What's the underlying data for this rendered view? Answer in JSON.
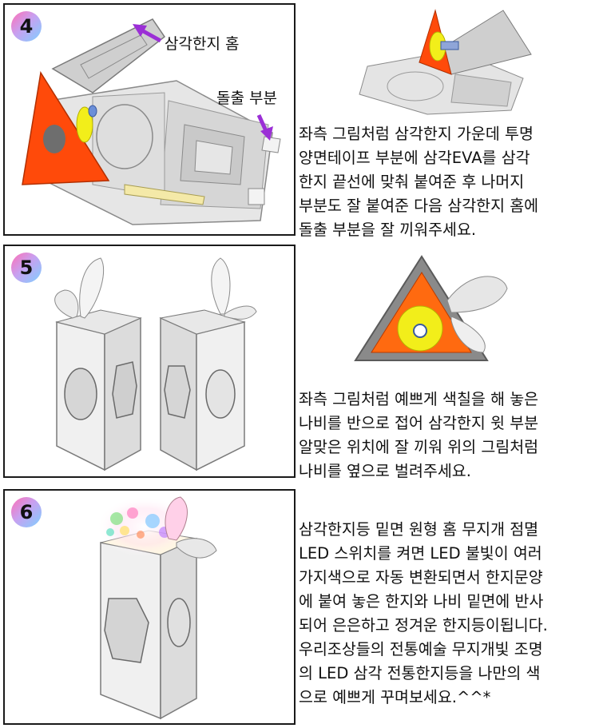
{
  "steps": [
    {
      "number": "4",
      "callouts": [
        "삼각한지 홈",
        "돌출 부분"
      ],
      "description": "좌측 그림처럼 삼각한지 가운데 투명\n양면테이프 부분에 삼각EVA를 삼각\n한지 끝선에 맞춰 붙여준 후 나머지\n부분도 잘 붙여준 다음 삼각한지 홈에\n돌출 부분을 잘 끼워주세요."
    },
    {
      "number": "5",
      "description": "좌측 그림처럼 예쁘게 색칠을 해 놓은\n나비를 반으로 접어 삼각한지 윗 부분\n알맞은 위치에 잘 끼워 위의 그림처럼\n나비를 옆으로 벌려주세요."
    },
    {
      "number": "6",
      "description": "삼각한지등 밑면 원형 홈 무지개 점멸\nLED 스위치를 켜면 LED 불빛이 여러\n가지색으로 자동 변환되면서 한지문양\n에 붙여 놓은 한지와 나비 밑면에 반사\n되어 은은하고 정겨운 한지등이됩니다.\n우리조상들의 전통예술 무지개빛 조명\n의 LED 삼각 전통한지등을 나만의 색\n으로 예쁘게 꾸며보세요.^^*"
    }
  ],
  "colors": {
    "accent_arrow": "#9b2fd6",
    "eva_orange": "#ff4a0a",
    "led_yellow": "#f2ee1a",
    "hanji_gray": "#d9d9d9"
  }
}
